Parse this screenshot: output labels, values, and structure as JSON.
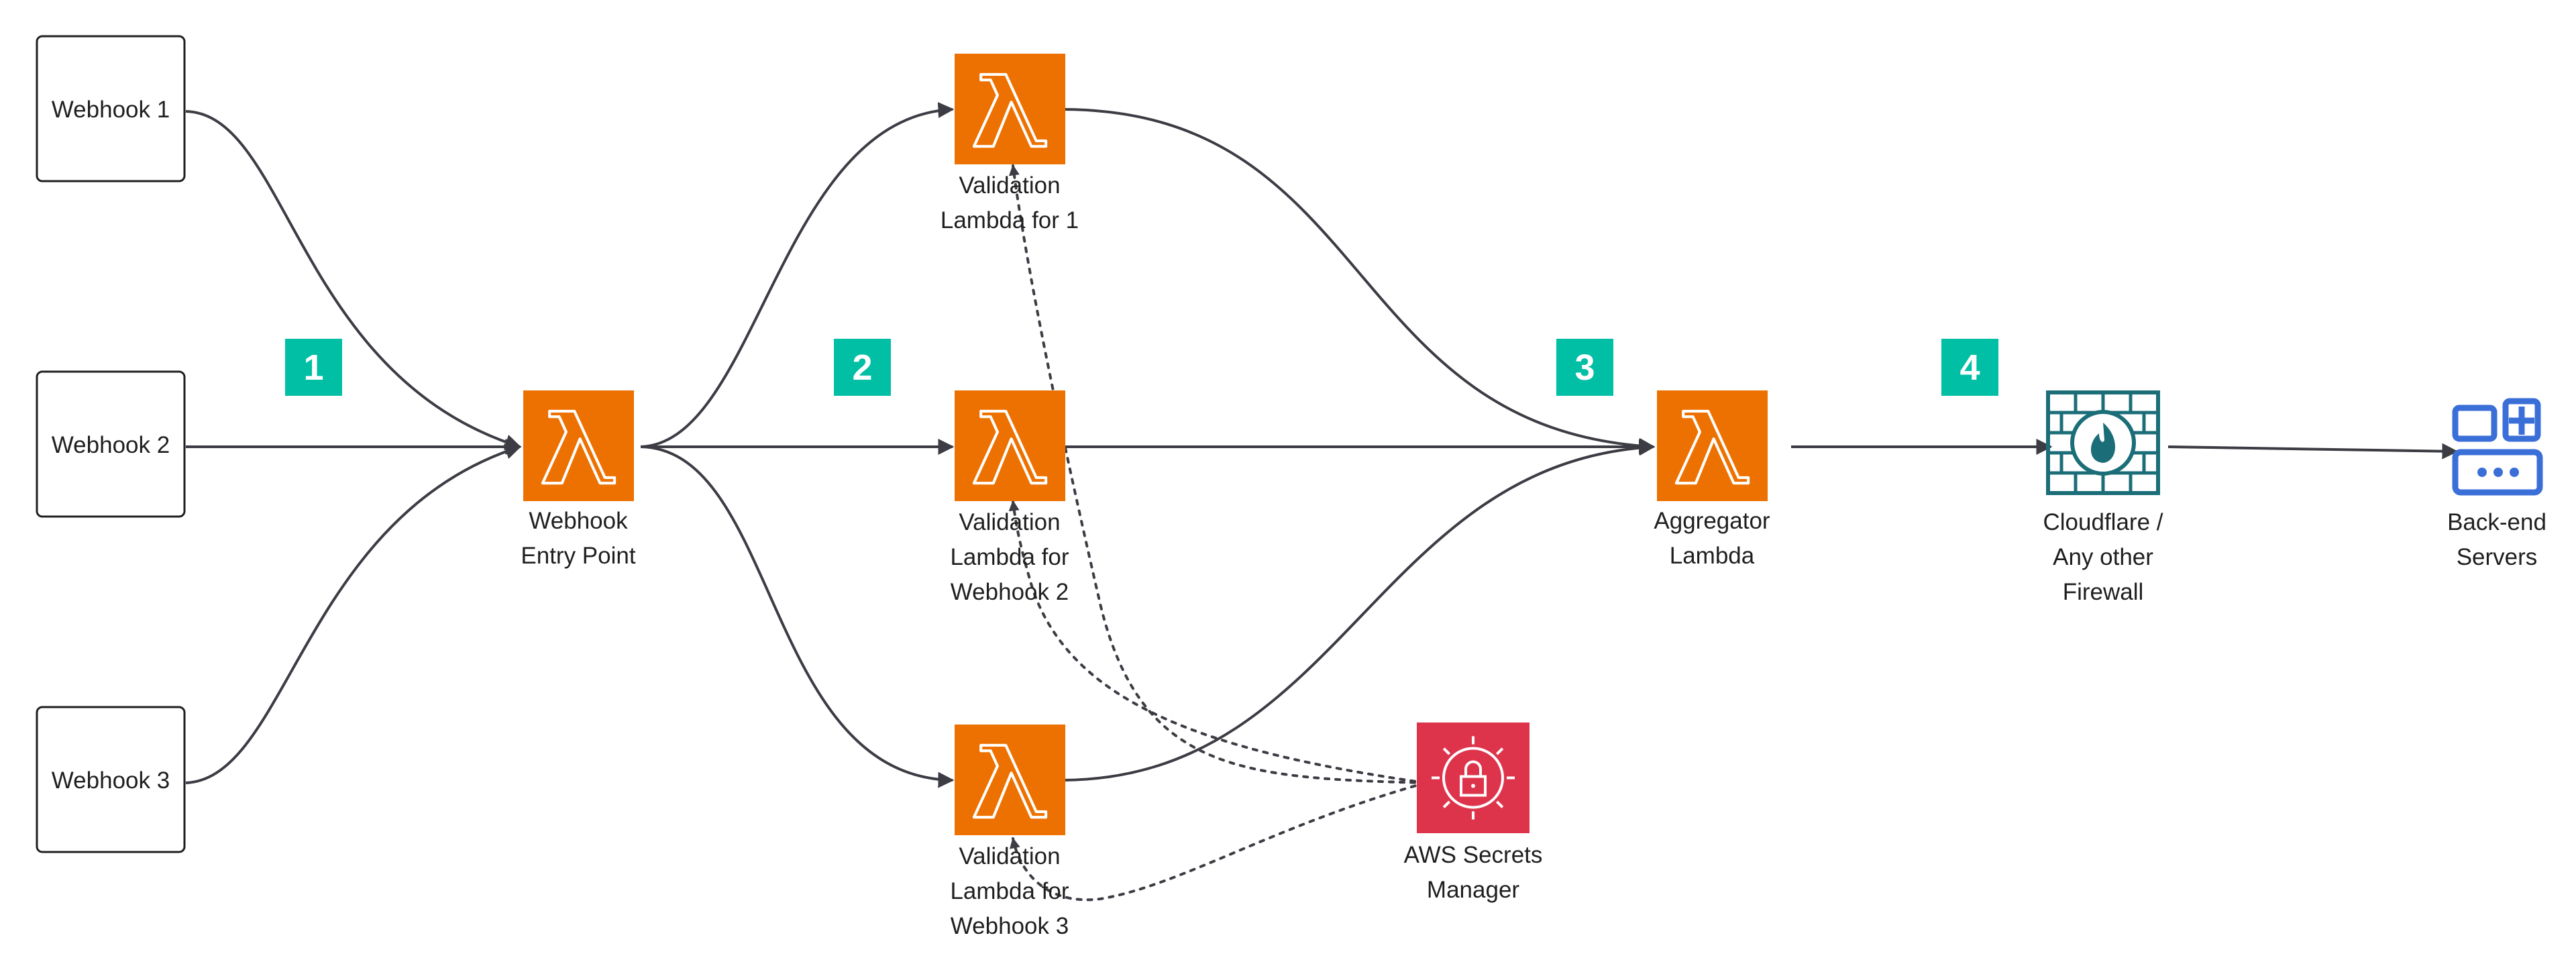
{
  "colors": {
    "lambda_orange": "#ED7100",
    "secrets_red": "#DD344C",
    "badge_teal": "#01BFA5",
    "firewall_teal": "#1B6E78",
    "server_blue": "#3B6FD8",
    "line": "#3c3c44"
  },
  "webhooks": [
    {
      "label": "Webhook 1"
    },
    {
      "label": "Webhook 2"
    },
    {
      "label": "Webhook 3"
    }
  ],
  "badges": [
    "1",
    "2",
    "3",
    "4"
  ],
  "entry": {
    "lines": [
      "Webhook",
      "Entry Point"
    ],
    "icon": "lambda-icon"
  },
  "validators": [
    {
      "lines": [
        "Validation",
        "Lambda for 1"
      ],
      "icon": "lambda-icon"
    },
    {
      "lines": [
        "Validation",
        "Lambda for",
        "Webhook 2"
      ],
      "icon": "lambda-icon"
    },
    {
      "lines": [
        "Validation",
        "Lambda for",
        "Webhook 3"
      ],
      "icon": "lambda-icon"
    }
  ],
  "aggregator": {
    "lines": [
      "Aggregator",
      "Lambda"
    ],
    "icon": "lambda-icon"
  },
  "secrets": {
    "lines": [
      "AWS Secrets",
      "Manager"
    ],
    "icon": "secrets-manager-icon"
  },
  "firewall": {
    "lines": [
      "Cloudflare /",
      "Any other",
      "Firewall"
    ],
    "icon": "firewall-icon"
  },
  "servers": {
    "lines": [
      "Back-end",
      "Servers"
    ],
    "icon": "servers-icon"
  }
}
